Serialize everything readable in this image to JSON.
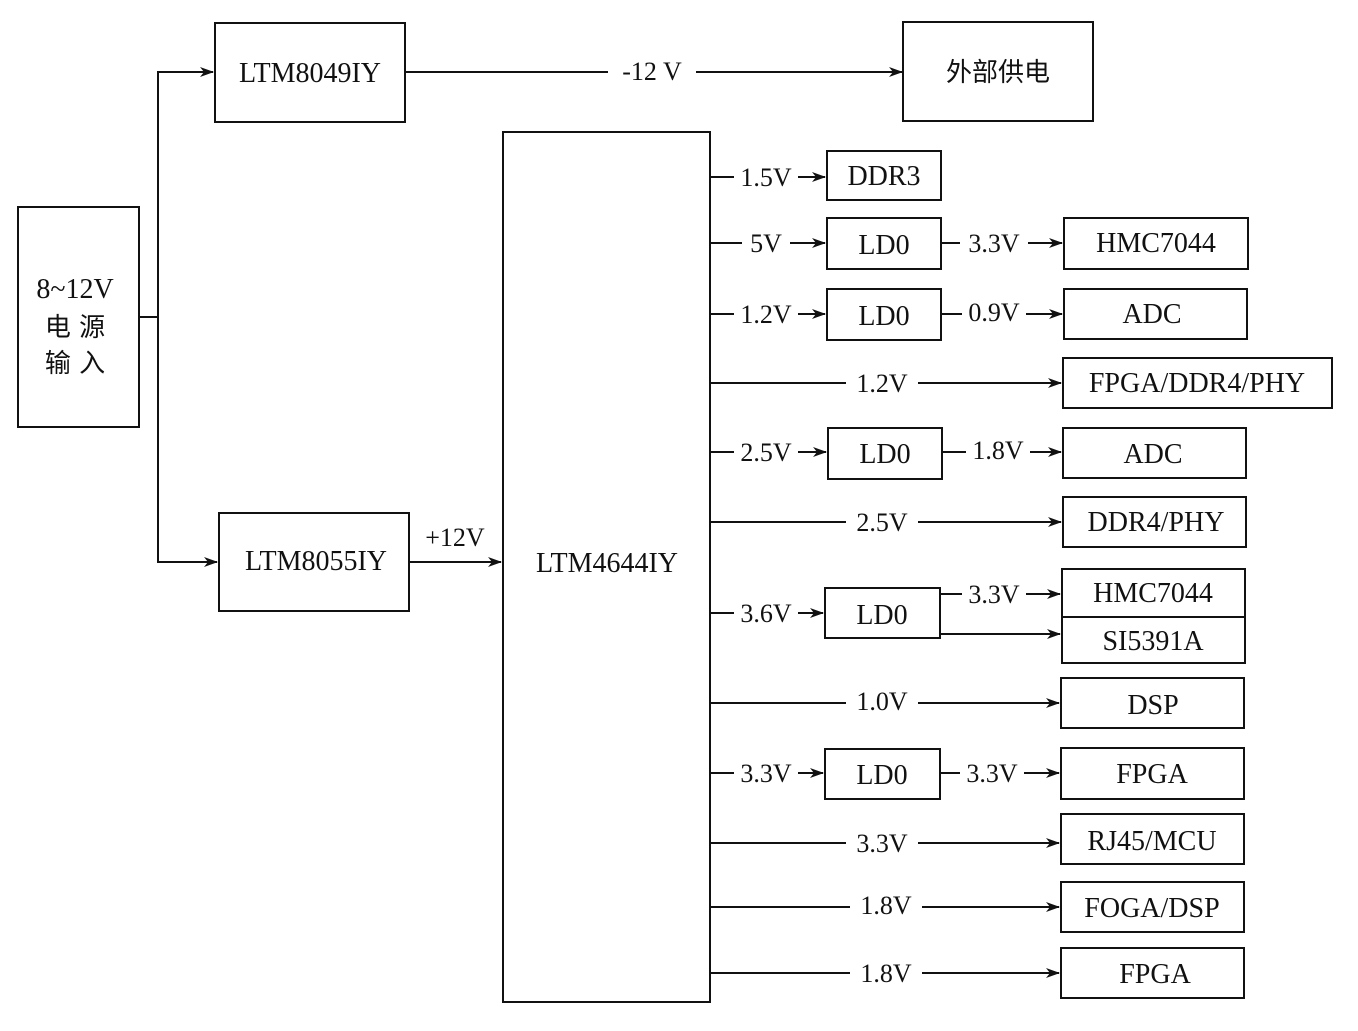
{
  "blocks": {
    "input_line1": "8~12V",
    "input_line2": "电 源",
    "input_line3": "输 入",
    "ltm8049": "LTM8049IY",
    "ltm8055": "LTM8055IY",
    "ltm4644": "LTM4644IY",
    "external": "外部供电",
    "ddr3": "DDR3",
    "ldo_1": "LD0",
    "hmc7044_a": "HMC7044",
    "ldo_2": "LD0",
    "adc_a": "ADC",
    "fpga_ddr4_phy": "FPGA/DDR4/PHY",
    "ldo_3": "LD0",
    "adc_b": "ADC",
    "ddr4_phy": "DDR4/PHY",
    "ldo_4": "LD0",
    "hmc7044_b": "HMC7044",
    "si5391a": "SI5391A",
    "dsp": "DSP",
    "ldo_5": "LD0",
    "fpga_a": "FPGA",
    "rj45_mcu": "RJ45/MCU",
    "foga_dsp": "FOGA/DSP",
    "fpga_b": "FPGA"
  },
  "voltages": {
    "neg12": "-12 V",
    "pos12": "+12V",
    "r1": "1.5V",
    "r2a": "5V",
    "r2b": "3.3V",
    "r3a": "1.2V",
    "r3b": "0.9V",
    "r4": "1.2V",
    "r5a": "2.5V",
    "r5b": "1.8V",
    "r6": "2.5V",
    "r7a": "3.6V",
    "r7b": "3.3V",
    "r8": "1.0V",
    "r9a": "3.3V",
    "r9b": "3.3V",
    "r10": "3.3V",
    "r11": "1.8V",
    "r12": "1.8V"
  }
}
